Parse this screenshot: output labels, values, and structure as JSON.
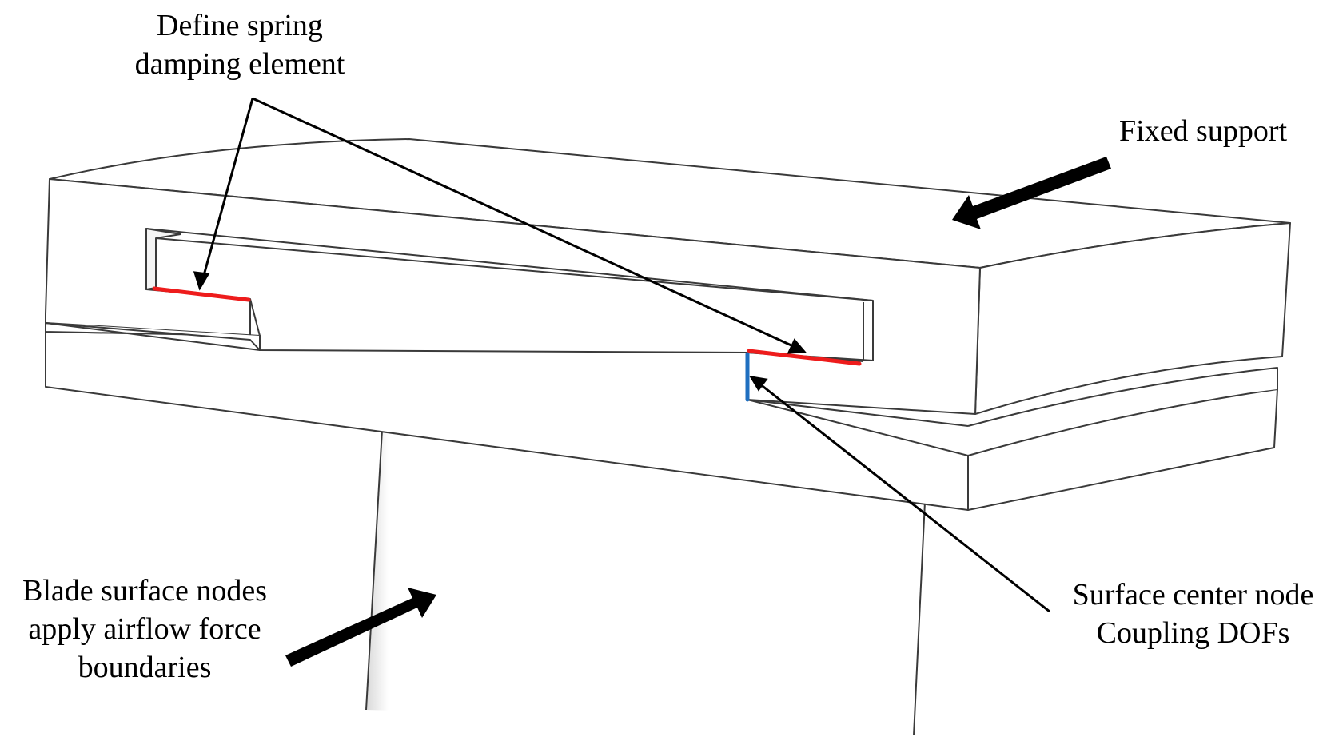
{
  "labels": {
    "spring": [
      "Define spring",
      "damping element"
    ],
    "fixed": [
      "Fixed support"
    ],
    "blade": [
      "Blade surface nodes",
      "apply airflow force",
      "boundaries"
    ],
    "coupling": [
      "Surface center node",
      "Coupling DOFs"
    ]
  },
  "colors": {
    "outline": "#3a3a3a",
    "arrow": "#000000",
    "spring_element": "#ee1c1c",
    "coupling_element": "#1f6fc0"
  }
}
